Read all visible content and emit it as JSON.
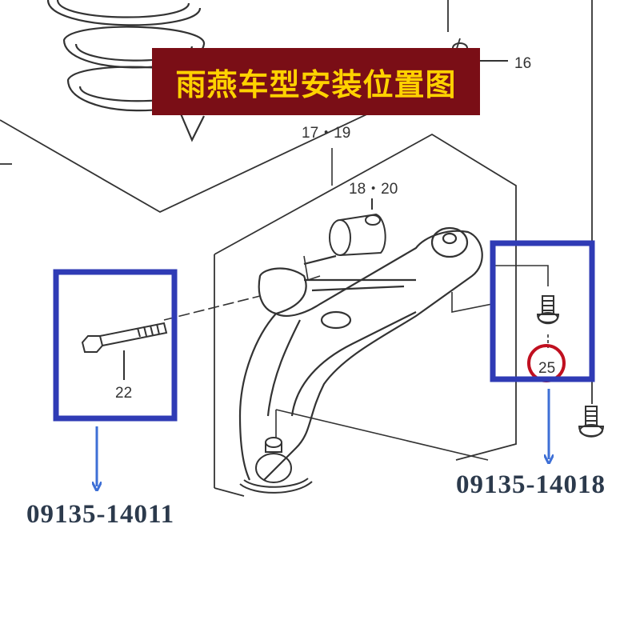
{
  "banner": {
    "title": "雨燕车型安装位置图",
    "bg_color": "#7a0e16",
    "text_color": "#ffd200"
  },
  "callouts": {
    "c16": "16",
    "c17_19": "17・19",
    "c18_20": "18・20",
    "c22": "22",
    "c25": "25"
  },
  "part_numbers": {
    "left": "09135-14011",
    "right": "09135-14018"
  },
  "colors": {
    "highlight_box": "#2f3bb5",
    "arrow": "#3d6fd6",
    "circle": "#c01020",
    "line": "#333333"
  }
}
